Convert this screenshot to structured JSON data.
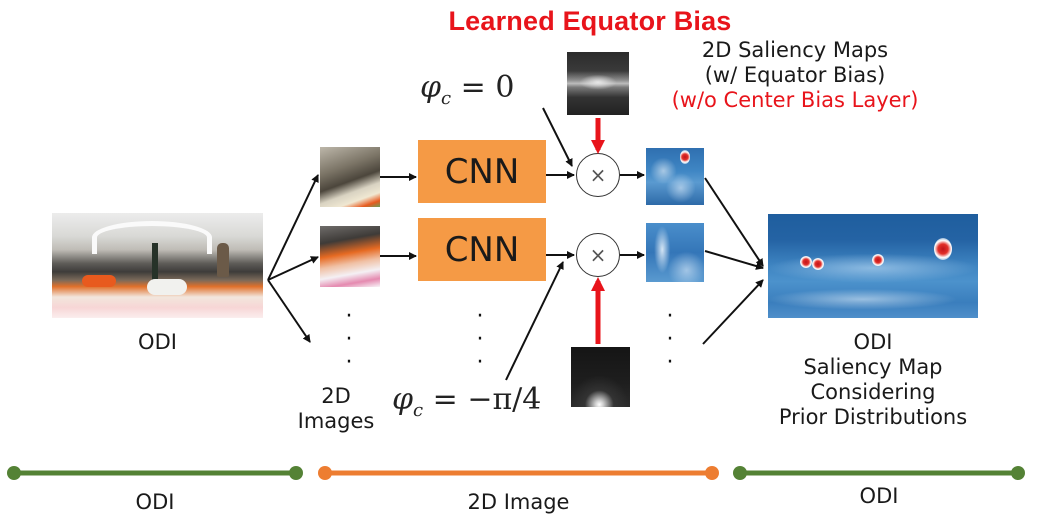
{
  "header": {
    "title": "Learned Equator Bias"
  },
  "labels": {
    "saliency_maps_line1": "2D Saliency Maps",
    "saliency_maps_line2": "(w/ Equator Bias)",
    "saliency_maps_line3": "(w/o Center Bias Layer)",
    "odi_input": "ODI",
    "images_line1": "2D",
    "images_line2": "Images",
    "odi_output_line1": "ODI",
    "odi_output_line2": "Saliency Map",
    "odi_output_line3": "Considering",
    "odi_output_line4": "Prior Distributions"
  },
  "math": {
    "phi_top_symbol": "φ",
    "phi_top_sub": "c",
    "phi_top_rhs": " = 0",
    "phi_bottom_symbol": "φ",
    "phi_bottom_sub": "c",
    "phi_bottom_rhs": " = −π/4"
  },
  "blocks": {
    "cnn_top": "CNN",
    "cnn_bottom": "CNN",
    "multiply_symbol": "×",
    "ellipsis": "·\n·\n·"
  },
  "icons": {
    "odi_image": "equirectangular-photo",
    "thumbnails": "perspective-photo",
    "bias_maps": "grayscale-bias-map",
    "saliency_maps": "blue-heatmap",
    "operator": "multiply-circle"
  },
  "timeline": {
    "segments": [
      {
        "label": "ODI",
        "color": "#548235"
      },
      {
        "label": "2D Image",
        "color": "#ed7d31"
      },
      {
        "label": "ODI",
        "color": "#548235"
      }
    ]
  },
  "colors": {
    "accent_red": "#e8141b",
    "cnn_orange": "#f59a45",
    "green": "#548235",
    "orange": "#ed7d31"
  }
}
